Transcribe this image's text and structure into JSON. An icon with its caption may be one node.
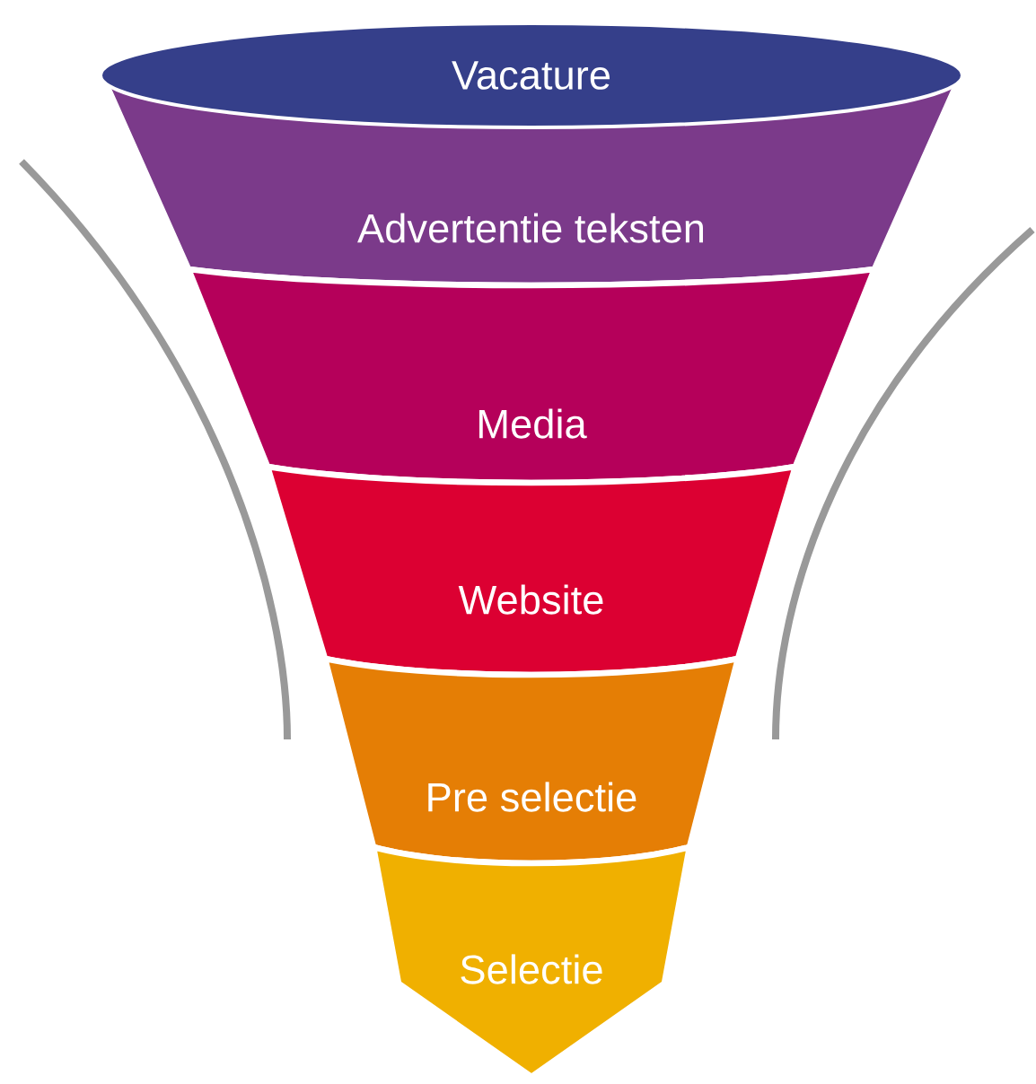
{
  "diagram": {
    "nodes": [
      {
        "text": [
          "Vacature"
        ]
      },
      {
        "text": [
          "Advertentie teksten"
        ]
      },
      {
        "text": [
          "Media"
        ]
      },
      {
        "text": [
          "Website"
        ]
      },
      {
        "text": [
          "Pre selectie"
        ]
      },
      {
        "text": [
          "Selectie"
        ]
      }
    ]
  }
}
